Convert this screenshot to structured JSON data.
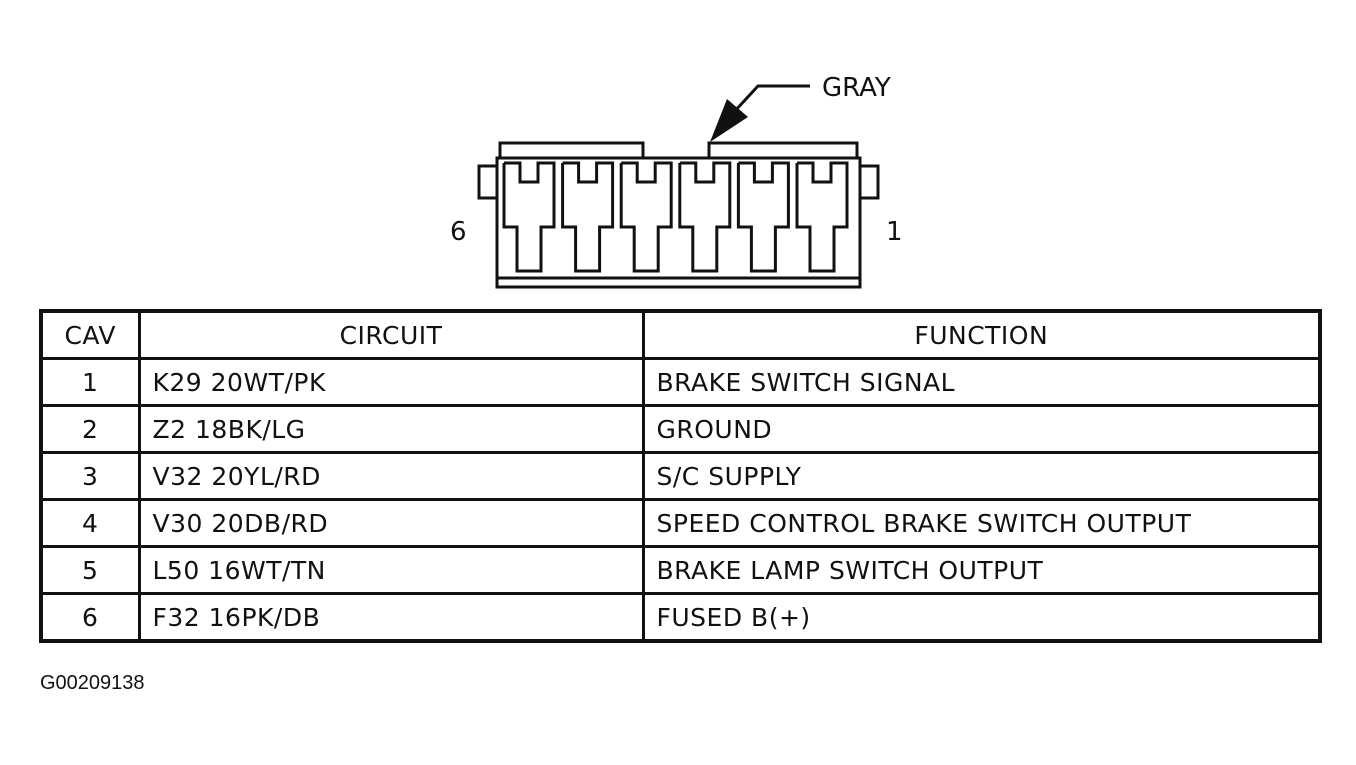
{
  "diagram": {
    "color_label": "GRAY",
    "pin_label_left": "6",
    "pin_label_right": "1",
    "pin_count": 6
  },
  "table": {
    "headers": {
      "cav": "CAV",
      "circuit": "CIRCUIT",
      "function": "FUNCTION"
    },
    "rows": [
      {
        "cav": "1",
        "circuit": "K29 20WT/PK",
        "function": "BRAKE SWITCH SIGNAL"
      },
      {
        "cav": "2",
        "circuit": "Z2 18BK/LG",
        "function": "GROUND"
      },
      {
        "cav": "3",
        "circuit": "V32 20YL/RD",
        "function": "S/C SUPPLY"
      },
      {
        "cav": "4",
        "circuit": "V30 20DB/RD",
        "function": "SPEED CONTROL BRAKE SWITCH OUTPUT"
      },
      {
        "cav": "5",
        "circuit": "L50 16WT/TN",
        "function": "BRAKE LAMP SWITCH OUTPUT"
      },
      {
        "cav": "6",
        "circuit": "F32 16PK/DB",
        "function": "FUSED B(+)"
      }
    ]
  },
  "figure_id": "G00209138"
}
